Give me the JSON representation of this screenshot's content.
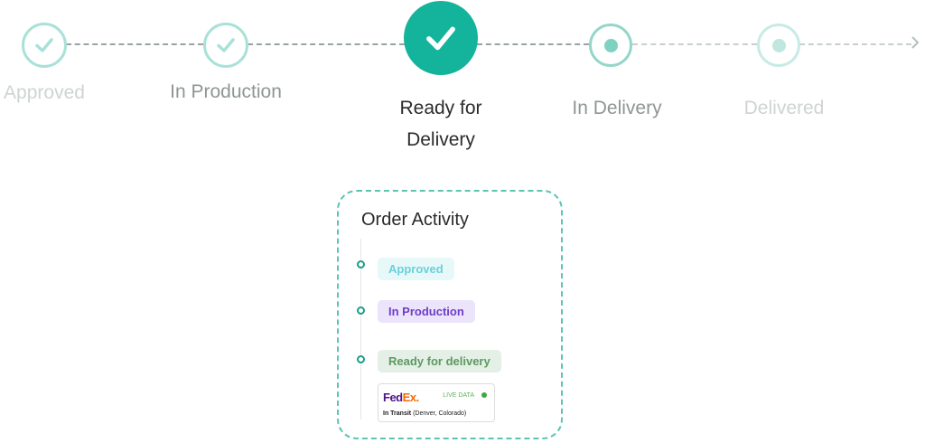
{
  "steps": [
    {
      "label": "Approved",
      "state": "done"
    },
    {
      "label": "In Production",
      "state": "done"
    },
    {
      "label": "Ready for Delivery",
      "state": "current"
    },
    {
      "label": "In Delivery",
      "state": "pending"
    },
    {
      "label": "Delivered",
      "state": "pending"
    }
  ],
  "colors": {
    "accent": "#14b39c",
    "done_ring": "#a9e1d8",
    "approved_tag_text": "#6ad0da",
    "production_tag_text": "#6f3ec8",
    "ready_tag_text": "#5c9a61",
    "live_dot": "#3ea93e"
  },
  "icons": {
    "check": "check-icon",
    "dot": "dot-icon",
    "arrow": "chevron-right-icon"
  },
  "order_activity": {
    "title": "Order Activity",
    "events": [
      {
        "label": "Approved"
      },
      {
        "label": "In Production"
      },
      {
        "label": "Ready for delivery"
      }
    ],
    "shipment": {
      "carrier_fe": "Fed",
      "carrier_ex": "Ex.",
      "live_label": "LIVE DATA",
      "status": "In Transit",
      "location": "(Denver, Colorado)"
    }
  }
}
